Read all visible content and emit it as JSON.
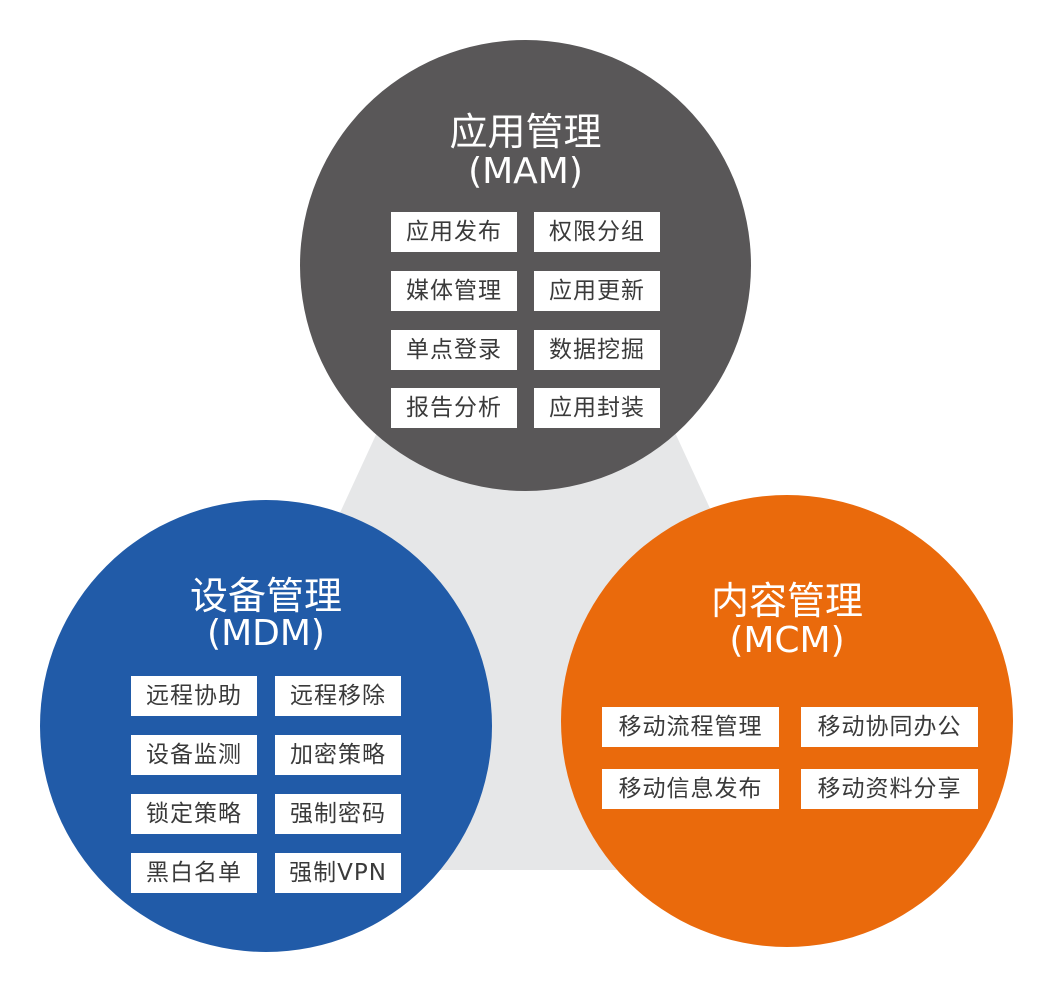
{
  "colors": {
    "triangle": "#e6e7e8",
    "mam": "#595758",
    "mdm": "#215ba8",
    "mcm": "#ea6a0c",
    "tag_bg": "#ffffff",
    "tag_text": "#3a3a3a"
  },
  "mam": {
    "title": "应用管理",
    "subtitle": "(MAM)",
    "items": [
      "应用发布",
      "权限分组",
      "媒体管理",
      "应用更新",
      "单点登录",
      "数据挖掘",
      "报告分析",
      "应用封装"
    ]
  },
  "mdm": {
    "title": "设备管理",
    "subtitle": "(MDM)",
    "items": [
      "远程协助",
      "远程移除",
      "设备监测",
      "加密策略",
      "锁定策略",
      "强制密码",
      "黑白名单",
      "强制VPN"
    ]
  },
  "mcm": {
    "title": "内容管理",
    "subtitle": "(MCM)",
    "items": [
      "移动流程管理",
      "移动协同办公",
      "移动信息发布",
      "移动资料分享"
    ]
  }
}
